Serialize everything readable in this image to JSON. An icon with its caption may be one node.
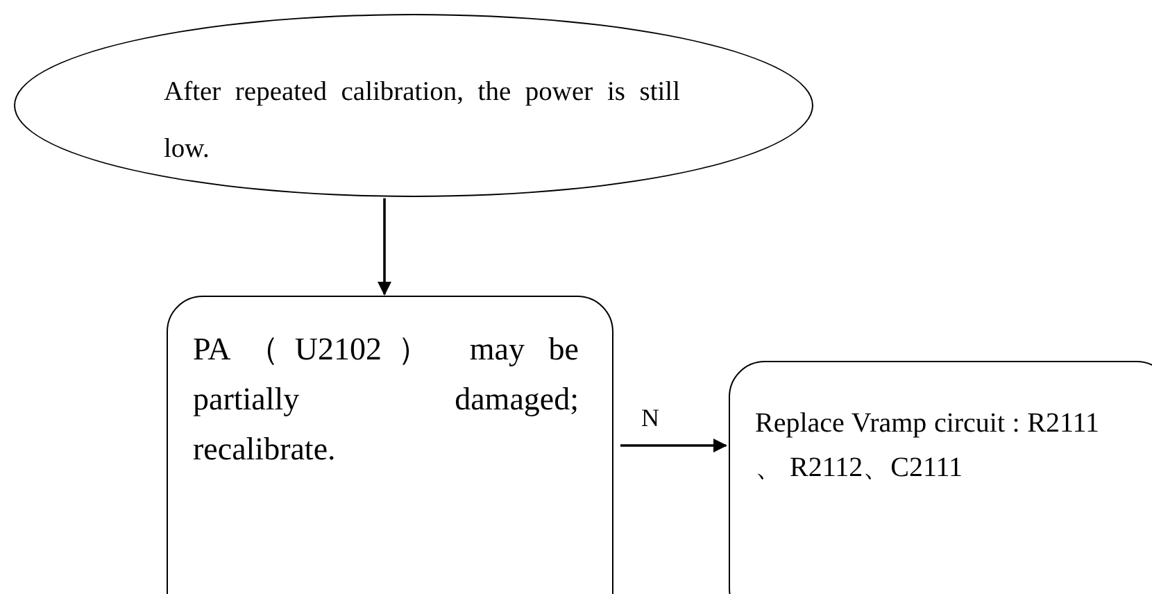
{
  "diagram": {
    "nodes": [
      {
        "text": [
          "After repeated calibration, the power is still low."
        ]
      },
      {
        "text": [
          "PA（U2102） may be partially damaged; recalibrate."
        ]
      },
      {
        "text": [
          "Replace Vramp circuit : R2111 、 R2112、C2111"
        ]
      }
    ],
    "edges": [
      {
        "from": 0,
        "to": 1,
        "arrow": "to"
      },
      {
        "from": 1,
        "to": 2,
        "arrow": "to",
        "label": "N"
      }
    ]
  }
}
